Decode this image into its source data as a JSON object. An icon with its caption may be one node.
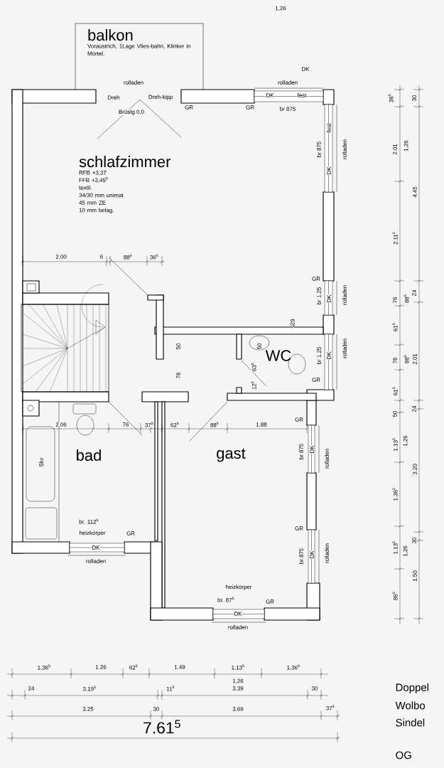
{
  "diagram": {
    "nodes": [
      {
        "text": [
          "balkon",
          "Voraustrich, 1Lage Vlies-bahn, Klinker in Mörtel."
        ]
      },
      {
        "text": [
          "schlafzimmer",
          "RFB +3,37",
          "FFB +3,45$^{5}$",
          "textil.",
          "34/30 mm unimat",
          "45 mm ZE",
          "10 mm belag."
        ]
      },
      {
        "text": [
          "bad"
        ]
      },
      {
        "text": [
          "gast"
        ]
      },
      {
        "text": [
          "WC"
        ]
      }
    ],
    "labels": [
      "1,26",
      "DK",
      "rolladen",
      "rolladen",
      "Dreh",
      "Dreh-kipp",
      "DK",
      "fest",
      "GR",
      "GR",
      "br 875",
      "Brüstg 0,0",
      "fest",
      "br 875",
      "rolladen",
      "DK",
      "36$^{5}$",
      "30",
      "2.01",
      "1,26",
      "4.45",
      "2.00",
      "6",
      "88$^{5}$",
      "36$^{5}$",
      "2.11$^{5}$",
      "GR",
      "br 1.25",
      "DK",
      "rolladen",
      "76",
      "88$^{5}$",
      "24",
      "625",
      "61$^{5}$",
      "50",
      "50",
      "br 1.25",
      "DK",
      "rolladen",
      "76",
      "88$^{5}$",
      "2.01",
      "76",
      "63$^{5}$",
      "12$^{5}$",
      "GR",
      "61$^{5}$",
      "50",
      "24",
      "GR",
      "2.06",
      "76",
      "37$^{5}$",
      "62$^{5}$",
      "88$^{5}$",
      "1.88",
      "1.13$^{5}$",
      "1,26",
      "br 875",
      "DK",
      "rolladen",
      "3.20",
      "1.36$^{5}$",
      "br. 112$^{5}$",
      "GR",
      "heizkörper",
      "GR",
      "30",
      "1.13$^{5}$",
      "1,26",
      "br 875",
      "DK",
      "rolladen",
      "DK",
      "rolladen",
      "1.50",
      "heizkörper",
      "86$^{5}$",
      "br. 87$^{5}$",
      "GR",
      "DK",
      "rolladen",
      "1.36$^{5}$",
      "1.26",
      "62$^{5}$",
      "1.49",
      "1.13$^{5}$",
      "1.36$^{5}$",
      "1,26",
      "24",
      "3.19$^{5}$",
      "11$^{5}$",
      "3.39",
      "30",
      "3.25",
      "30",
      "3.69",
      "37$^{5}$",
      "7.61$^{5}$",
      "Doppel",
      "Wolbo",
      "Sindel",
      "OG",
      "Skv"
    ]
  }
}
